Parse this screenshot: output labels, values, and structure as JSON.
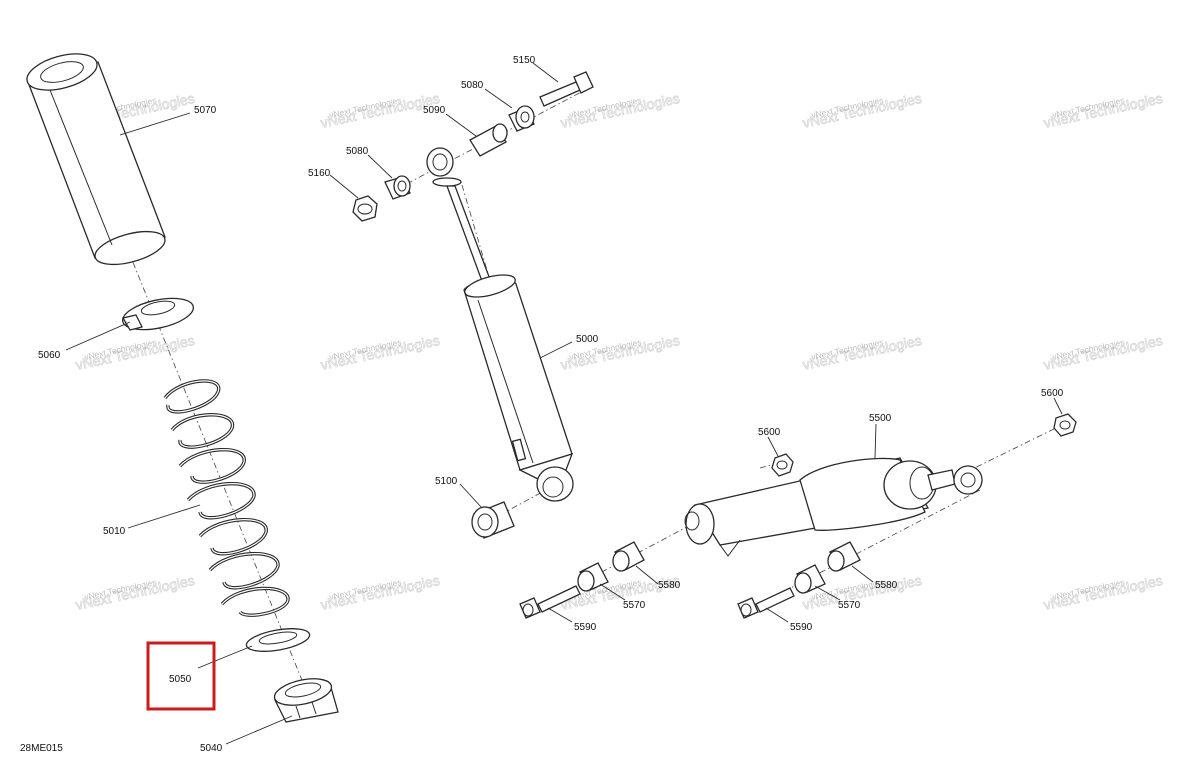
{
  "diagram": {
    "code": "28ME015",
    "watermark": "vNext Technologies",
    "highlight_color": "#cc1b1b",
    "callouts": {
      "p5070": "5070",
      "p5060": "5060",
      "p5010": "5010",
      "p5050": "5050",
      "p5040": "5040",
      "p5150": "5150",
      "p5080a": "5080",
      "p5090": "5090",
      "p5080b": "5080",
      "p5160": "5160",
      "p5000": "5000",
      "p5100": "5100",
      "p5600a": "5600",
      "p5500": "5500",
      "p5600b": "5600",
      "p5580a": "5580",
      "p5570a": "5570",
      "p5590a": "5590",
      "p5580b": "5580",
      "p5570b": "5570",
      "p5590b": "5590"
    }
  }
}
